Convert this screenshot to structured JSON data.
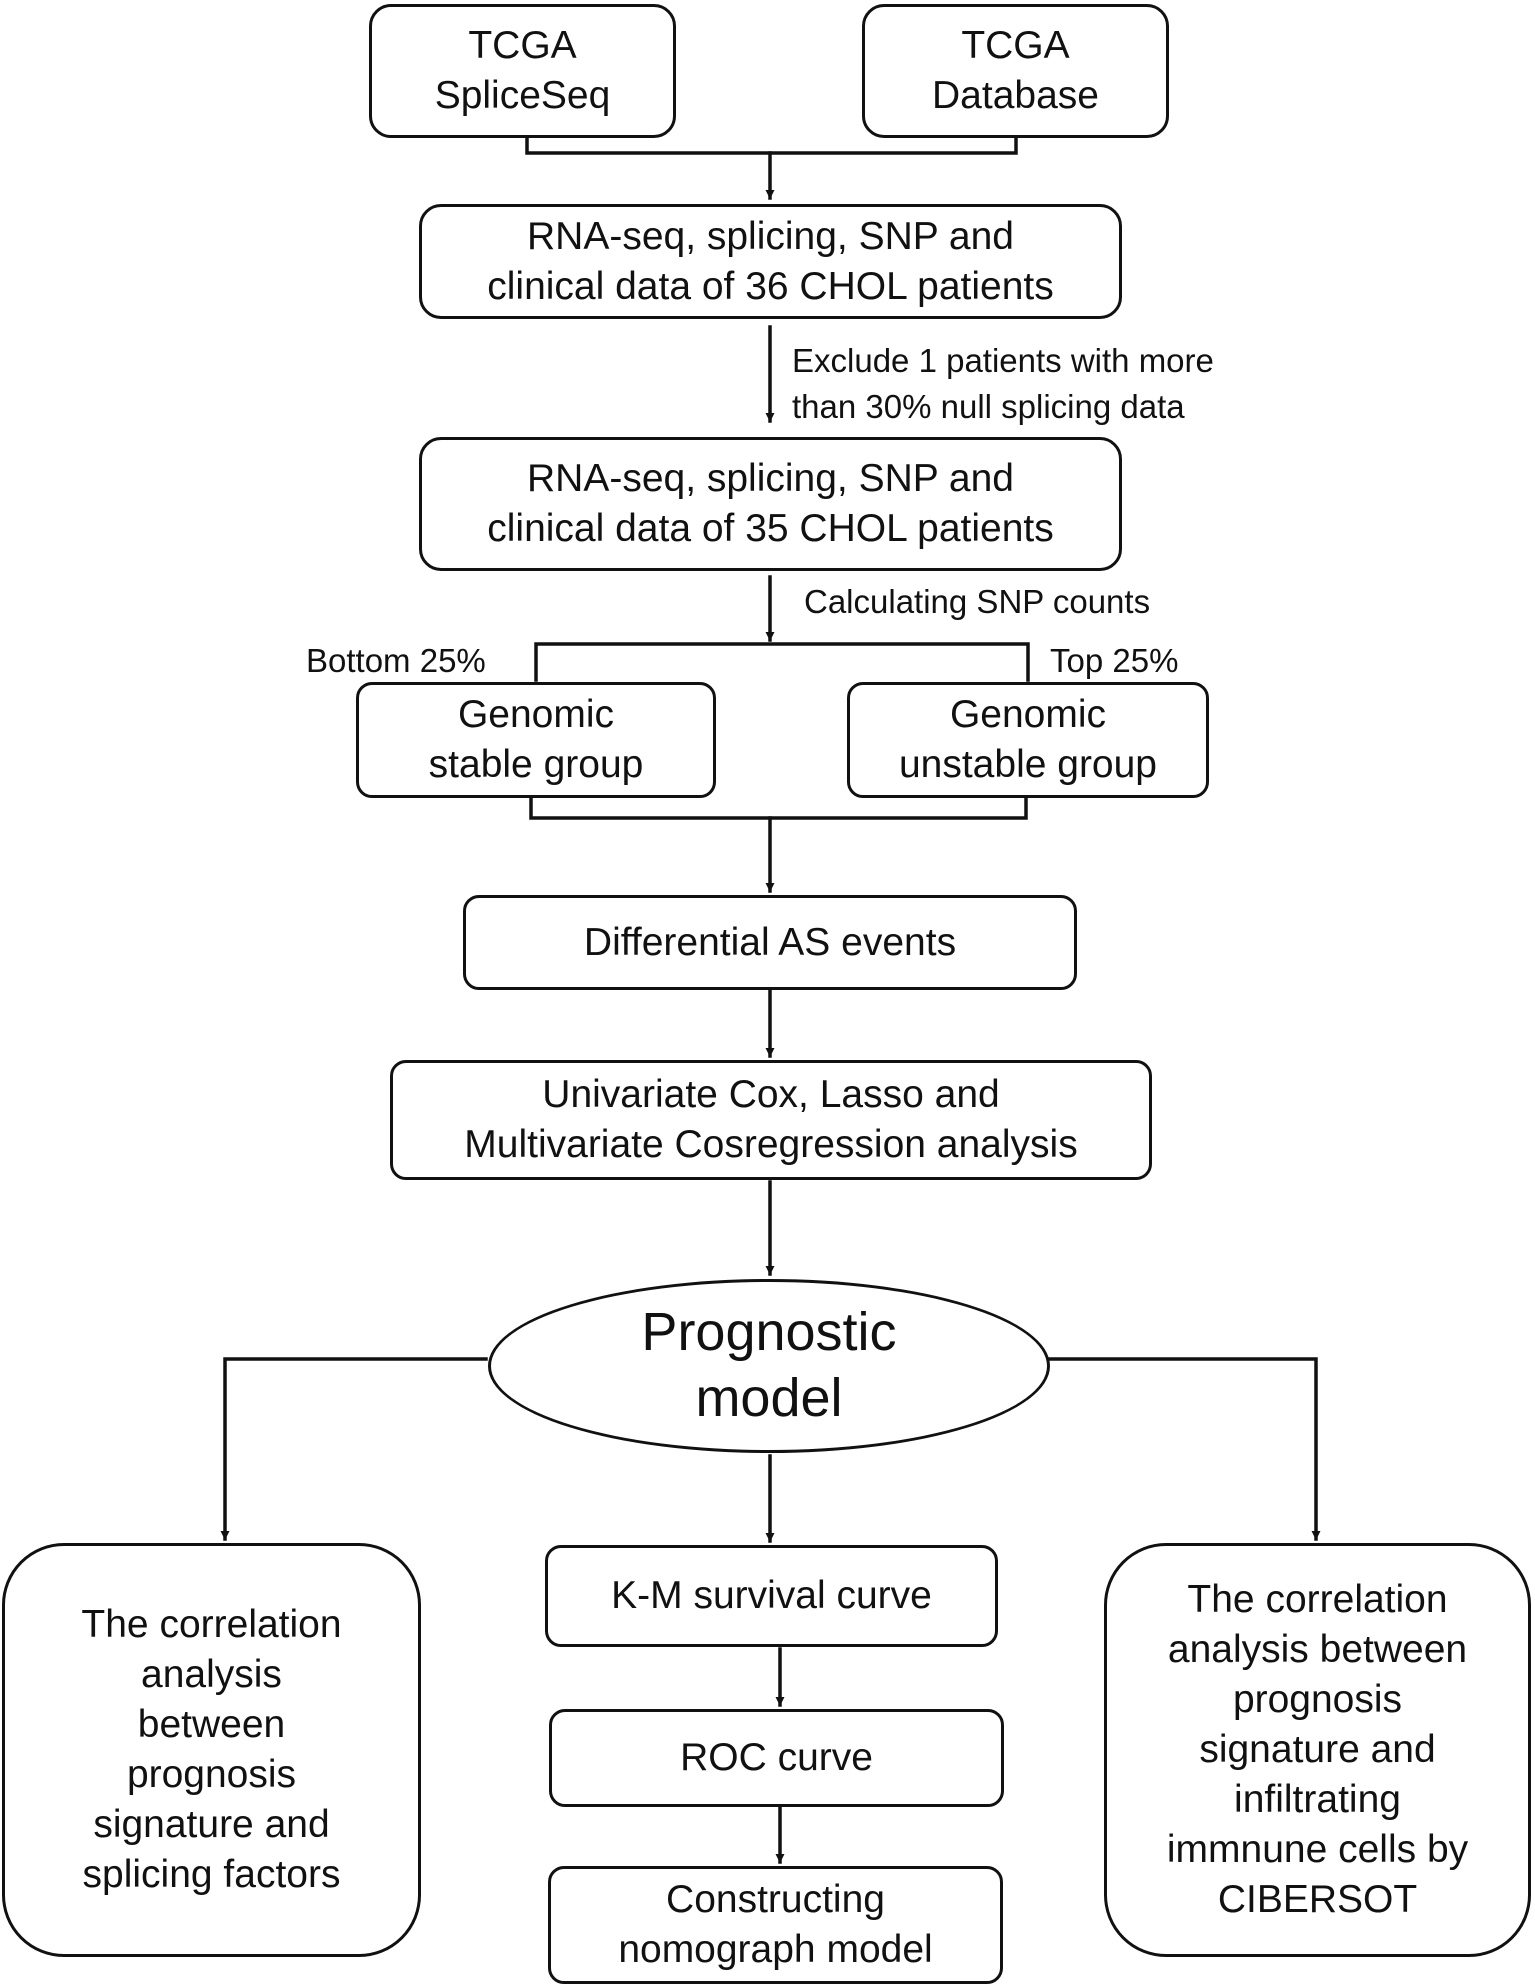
{
  "nodes": {
    "tcga_spliceseq": "TCGA\nSpliceSeq",
    "tcga_database": "TCGA\nDatabase",
    "data_36": "RNA-seq, splicing, SNP and\nclinical data of 36 CHOL patients",
    "data_35": "RNA-seq, splicing, SNP and\nclinical data of 35 CHOL patients",
    "stable_group": "Genomic\nstable group",
    "unstable_group": "Genomic\nunstable group",
    "differential_as": "Differential AS events",
    "cox_analysis": "Univariate Cox, Lasso and\nMultivariate Cosregression analysis",
    "prognostic_model": "Prognostic\nmodel",
    "corr_splicing": "The correlation\nanalysis\nbetween\nprognosis\nsignature and\nsplicing factors",
    "km_curve": "K-M survival curve",
    "roc_curve": "ROC curve",
    "nomograph": "Constructing\nnomograph model",
    "corr_immune": "The correlation\nanalysis between\nprognosis\nsignature and\ninfiltrating\nimmnune cells by\nCIBERSOT"
  },
  "edge_labels": {
    "exclude": "Exclude 1 patients with more\nthan 30% null splicing data",
    "snp_counts": "Calculating SNP counts",
    "bottom": "Bottom 25%",
    "top": "Top 25%"
  },
  "colors": {
    "stroke": "#111111",
    "background": "#ffffff"
  }
}
